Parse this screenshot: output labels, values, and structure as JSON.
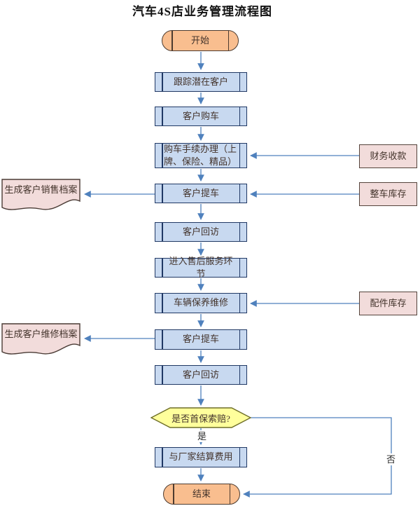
{
  "title": "汽车4S店业务管理流程图",
  "nodes": {
    "start": "开始",
    "track": "跟踪潜在客户",
    "purchase": "客户购车",
    "procedures": "购车手续办理（上牌、保险、精品）",
    "pickup1": "客户提车",
    "visit1": "客户回访",
    "aftersales": "进入售后服务环节",
    "maintenance": "车辆保养维修",
    "pickup2": "客户提车",
    "visit2": "客户回访",
    "decision": "是否首保索赔?",
    "settle": "与厂家结算费用",
    "end": "结束"
  },
  "side_nodes": {
    "finance": "财务收款",
    "vehicle_stock": "整车库存",
    "parts_stock": "配件库存"
  },
  "documents": {
    "sales_archive": "生成客户销售档案",
    "repair_archive": "生成客户维修档案"
  },
  "branch_labels": {
    "yes": "是",
    "no": "否"
  },
  "colors": {
    "process_fill": "#C8D9F0",
    "process_border": "#203864",
    "terminator_fill": "#F9BE8F",
    "terminator_border": "#4D3B2F",
    "side_fill": "#F2DCDB",
    "side_border": "#54433B",
    "decision_fill": "#FFFF9C",
    "decision_border": "#6E6E28",
    "doc_fill": "#F2DCDB",
    "doc_border": "#4A3B35",
    "arrow": "#4F81BD",
    "text": "#43332B",
    "title_color": "#111111"
  }
}
